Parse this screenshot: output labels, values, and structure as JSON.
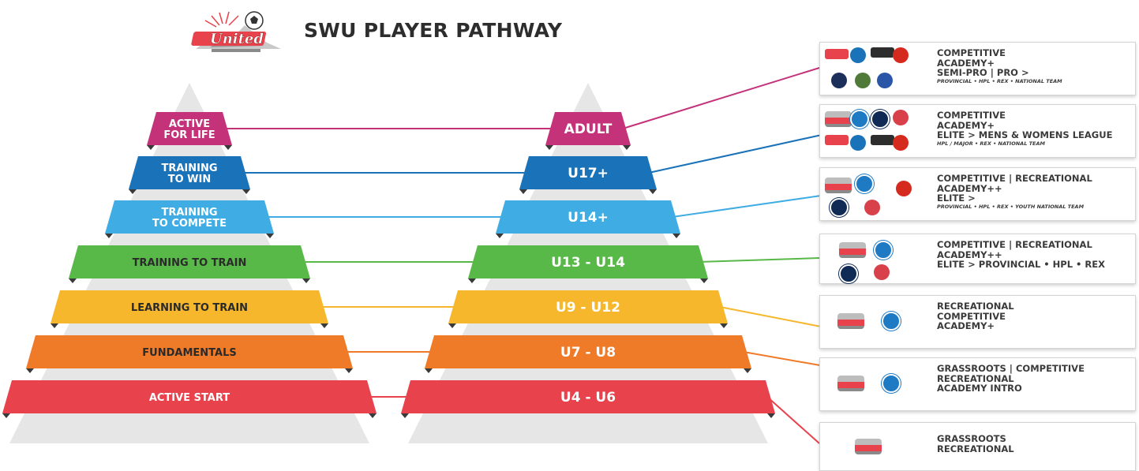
{
  "title": "SWU PLAYER PATHWAY",
  "logo_text": "United",
  "colors": {
    "adult": "#c4327a",
    "u17": "#1a72b9",
    "u14": "#3fade3",
    "u13": "#58b848",
    "u9": "#f6b72d",
    "u7": "#ef7a27",
    "u4": "#e8424d",
    "base": "#e6e6e6",
    "bolt": "#3a3a3a"
  },
  "left_pyramid": [
    {
      "id": "active-for-life",
      "lines": [
        "ACTIVE",
        "FOR LIFE"
      ],
      "color": "adult"
    },
    {
      "id": "training-to-win",
      "lines": [
        "TRAINING",
        "TO WIN"
      ],
      "color": "u17"
    },
    {
      "id": "training-to-compete",
      "lines": [
        "TRAINING",
        "TO COMPETE"
      ],
      "color": "u14"
    },
    {
      "id": "training-to-train",
      "lines": [
        "TRAINING TO TRAIN"
      ],
      "color": "u13"
    },
    {
      "id": "learning-to-train",
      "lines": [
        "LEARNING TO TRAIN"
      ],
      "color": "u9"
    },
    {
      "id": "fundamentals",
      "lines": [
        "FUNDAMENTALS"
      ],
      "color": "u7"
    },
    {
      "id": "active-start",
      "lines": [
        "ACTIVE START"
      ],
      "color": "u4"
    }
  ],
  "right_pyramid": [
    {
      "id": "adult",
      "label": "ADULT",
      "color": "adult"
    },
    {
      "id": "u17",
      "label": "U17+",
      "color": "u17"
    },
    {
      "id": "u14",
      "label": "U14+",
      "color": "u14"
    },
    {
      "id": "u13-u14",
      "label": "U13 - U14",
      "color": "u13"
    },
    {
      "id": "u9-u12",
      "label": "U9 - U12",
      "color": "u9"
    },
    {
      "id": "u7-u8",
      "label": "U7 - U8",
      "color": "u7"
    },
    {
      "id": "u4-u6",
      "label": "U4 - U6",
      "color": "u4"
    }
  ],
  "boxes": [
    {
      "id": "adult",
      "color": "adult",
      "lines": [
        {
          "t": "COMPETITIVE"
        },
        {
          "t": "ACADEMY+"
        },
        {
          "t": "SEMI-PRO  |  PRO >"
        },
        {
          "t": "PROVINCIAL • HPL • REX • NATIONAL TEAM",
          "small": true
        }
      ],
      "logos": [
        "club-badge-red",
        "club-crest-blue",
        "club-badge-dark",
        "canada-badge",
        "club-crest-navy",
        "club-crest-green",
        "club-crest-blue-2"
      ]
    },
    {
      "id": "u17",
      "color": "u17",
      "lines": [
        {
          "t": "COMPETITIVE"
        },
        {
          "t": "ACADEMY+"
        },
        {
          "t": "ELITE > MENS & WOMENS LEAGUE"
        },
        {
          "t": "HPL / MAJOR • REX • NATIONAL TEAM",
          "small": true
        }
      ],
      "logos": [
        "swu-badge",
        "cmsa-badge",
        "winnipeg-badge",
        "manitoba-badge",
        "club-badge-red",
        "club-crest-blue",
        "club-badge-dark",
        "canada-badge"
      ]
    },
    {
      "id": "u14",
      "color": "u14",
      "lines": [
        {
          "t": "COMPETITIVE  |  RECREATIONAL"
        },
        {
          "t": "ACADEMY++"
        },
        {
          "t": "ELITE >"
        },
        {
          "t": "PROVINCIAL • HPL • REX • YOUTH NATIONAL TEAM",
          "small": true
        }
      ],
      "logos": [
        "swu-badge",
        "cmsa-badge",
        "canada-badge",
        "winnipeg-badge",
        "manitoba-badge"
      ]
    },
    {
      "id": "u13",
      "color": "u13",
      "lines": [
        {
          "t": "COMPETITIVE  |  RECREATIONAL"
        },
        {
          "t": "ACADEMY++"
        },
        {
          "t": "ELITE > PROVINCIAL • HPL • REX"
        }
      ],
      "logos": [
        "swu-badge",
        "cmsa-badge",
        "winnipeg-badge",
        "manitoba-badge"
      ]
    },
    {
      "id": "u9",
      "color": "u9",
      "lines": [
        {
          "t": "RECREATIONAL"
        },
        {
          "t": "COMPETITIVE"
        },
        {
          "t": "ACADEMY+"
        }
      ],
      "logos": [
        "swu-badge",
        "cmsa-badge"
      ]
    },
    {
      "id": "u7",
      "color": "u7",
      "lines": [
        {
          "t": "GRASSROOTS  |  COMPETITIVE"
        },
        {
          "t": "RECREATIONAL"
        },
        {
          "t": "ACADEMY INTRO"
        }
      ],
      "logos": [
        "swu-badge",
        "cmsa-badge"
      ]
    },
    {
      "id": "u4",
      "color": "u4",
      "lines": [
        {
          "t": "GRASSROOTS"
        },
        {
          "t": "RECREATIONAL"
        }
      ],
      "logos": [
        "swu-badge"
      ]
    }
  ]
}
